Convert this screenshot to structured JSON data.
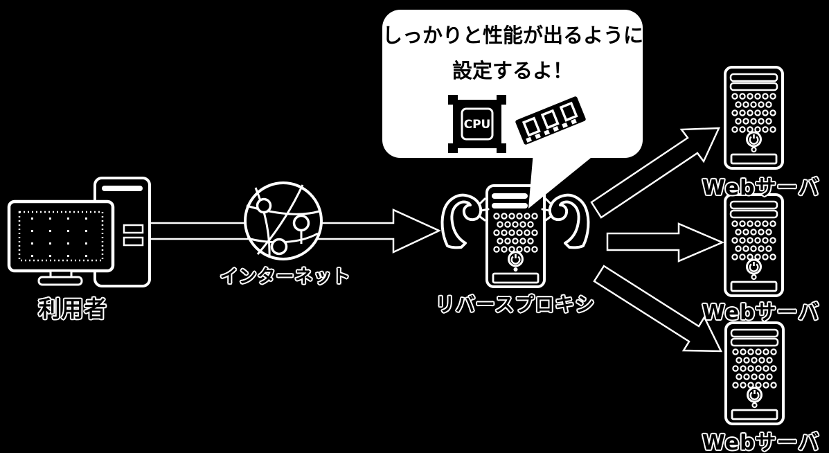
{
  "canvas": {
    "background_color": "#000000",
    "foreground_color": "#ffffff"
  },
  "speech_bubble": {
    "speaker": "reverse-proxy",
    "line1": "しっかりと性能が出るように",
    "line2": "設定するよ！",
    "bubble_color": "#ffffff",
    "text_color": "#000000",
    "cpu_icon_label": "CPU",
    "icons": [
      "cpu-chip-icon",
      "ram-module-icon"
    ]
  },
  "nodes": [
    {
      "id": "user",
      "label": "利用者",
      "icon": "desktop-computer-icon"
    },
    {
      "id": "internet",
      "label": "インターネット",
      "icon": "network-globe-icon"
    },
    {
      "id": "reverse-proxy",
      "label": "リバースプロキシ",
      "icon": "server-tower-icon",
      "decorations": [
        "muscle-arm-icon-left",
        "muscle-arm-icon-right"
      ]
    },
    {
      "id": "web-server-1",
      "label": "Webサーバ",
      "icon": "server-tower-icon"
    },
    {
      "id": "web-server-2",
      "label": "Webサーバ",
      "icon": "server-tower-icon"
    },
    {
      "id": "web-server-3",
      "label": "Webサーバ",
      "icon": "server-tower-icon"
    }
  ],
  "edges": [
    {
      "from": "user",
      "to": "reverse-proxy",
      "via": "internet",
      "style": "thick-black-arrow-white-outline",
      "direction": "right"
    },
    {
      "from": "reverse-proxy",
      "to": "web-server-1",
      "style": "thick-black-arrow-white-outline",
      "direction": "up-right"
    },
    {
      "from": "reverse-proxy",
      "to": "web-server-2",
      "style": "thick-black-arrow-white-outline",
      "direction": "right"
    },
    {
      "from": "reverse-proxy",
      "to": "web-server-3",
      "style": "thick-black-arrow-white-outline",
      "direction": "down-right"
    }
  ]
}
